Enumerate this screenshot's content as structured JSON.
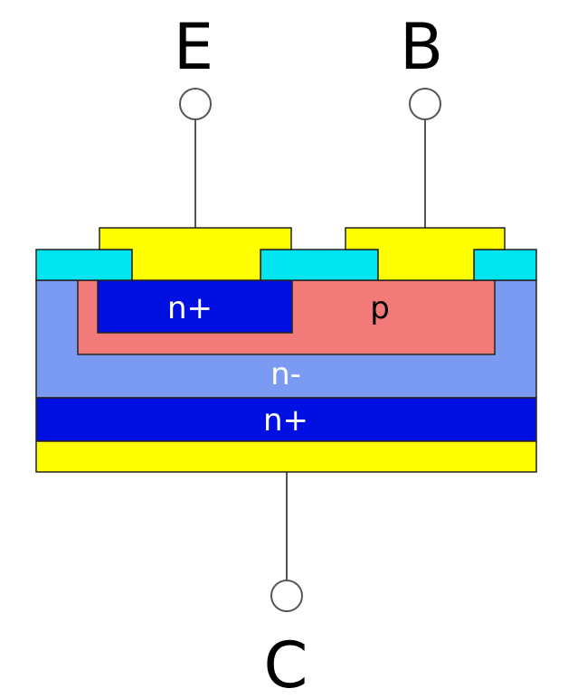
{
  "terminals": {
    "emitter": "E",
    "base": "B",
    "collector": "C"
  },
  "regions": {
    "emitter_n_plus": "n+",
    "base_p": "p",
    "drift_n_minus": "n-",
    "substrate_n_plus": "n+"
  },
  "colors": {
    "metal": "#ffff00",
    "oxide": "#00e5ef",
    "n_minus": "#7b9bf2",
    "p_region": "#f27a78",
    "n_plus": "#0010e0",
    "outline": "#222222",
    "lead_wire": "#555555"
  }
}
